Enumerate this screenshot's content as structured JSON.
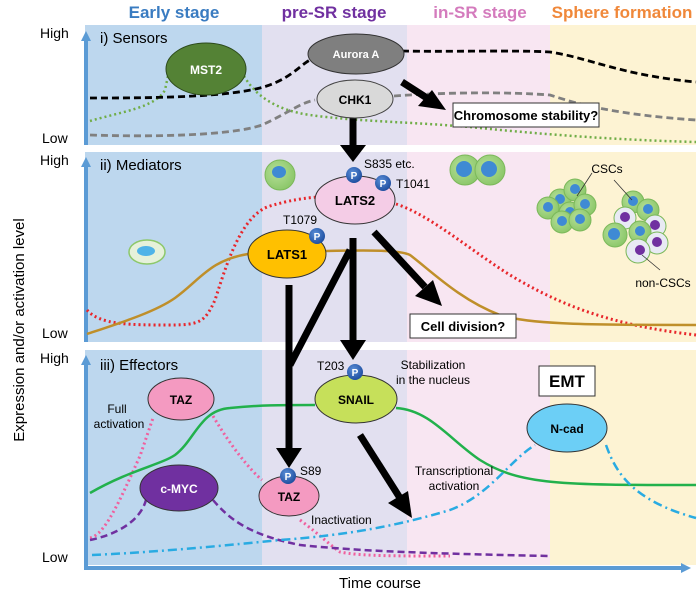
{
  "stages": [
    {
      "label": "Early stage",
      "color": "#3a7cc1",
      "bg": "#bdd7ee"
    },
    {
      "label": "pre-SR stage",
      "color": "#7030a0",
      "bg": "#e2e0f0"
    },
    {
      "label": "in-SR stage",
      "color": "#d47bbd",
      "bg": "#f8e6f2"
    },
    {
      "label": "Sphere formation",
      "color": "#f0883a",
      "bg": "#fdf3d3"
    }
  ],
  "y_axis_label": "Expression and/or activation level",
  "x_axis_label": "Time course",
  "level_labels": {
    "high": "High",
    "low": "Low"
  },
  "panels": [
    {
      "title": "i) Sensors",
      "nodes": [
        {
          "id": "mst2",
          "label": "MST2",
          "fill": "#548235",
          "text": "#ffffff"
        },
        {
          "id": "aurora",
          "label": "Aurora A",
          "fill": "#7f7f7f",
          "text": "#ffffff"
        },
        {
          "id": "chk1",
          "label": "CHK1",
          "fill": "#d9d9d9",
          "text": "#000000"
        }
      ],
      "boxes": [
        {
          "id": "chromosome",
          "label": "Chromosome stability?"
        }
      ]
    },
    {
      "title": "ii) Mediators",
      "nodes": [
        {
          "id": "lats2",
          "label": "LATS2",
          "fill": "#f4cce6",
          "text": "#000000"
        },
        {
          "id": "lats1",
          "label": "LATS1",
          "fill": "#ffc000",
          "text": "#000000"
        }
      ],
      "phospho_sites": {
        "lats2_a": "S835 etc.",
        "lats2_b": "T1041",
        "lats1": "T1079"
      },
      "phospho_symbol": "P",
      "boxes": [
        {
          "id": "cell-division",
          "label": "Cell division?"
        }
      ],
      "annotations": {
        "cscs": "CSCs",
        "non_cscs": "non-CSCs"
      }
    },
    {
      "title": "iii) Effectors",
      "nodes": [
        {
          "id": "taz-full",
          "label": "TAZ",
          "fill": "#f49ac1",
          "text": "#000000"
        },
        {
          "id": "cmyc",
          "label": "c-MYC",
          "fill": "#7030a0",
          "text": "#ffffff"
        },
        {
          "id": "snail",
          "label": "SNAIL",
          "fill": "#c6e05a",
          "text": "#000000"
        },
        {
          "id": "taz-inact",
          "label": "TAZ",
          "fill": "#f49ac1",
          "text": "#000000"
        },
        {
          "id": "ncad",
          "label": "N-cad",
          "fill": "#6ccff6",
          "text": "#000000"
        }
      ],
      "phospho_sites": {
        "snail": "T203",
        "taz": "S89"
      },
      "annotations": {
        "full_activation": [
          "Full",
          "activation"
        ],
        "stabilization": [
          "Stabilization",
          "in the nucleus"
        ],
        "transcriptional": [
          "Transcriptional",
          "activation"
        ],
        "inactivation": "Inactivation"
      },
      "boxes": [
        {
          "id": "emt",
          "label": "EMT"
        }
      ]
    }
  ],
  "colors": {
    "axis": "#5b9bd5",
    "phospho": "#2e6fc0",
    "arrow": "#000000",
    "aurora_line": "#000000",
    "chk1_line": "#808080",
    "mst2_line": "#70ad47",
    "lats2_line": "#e8262b",
    "lats1_line": "#bf8f2a",
    "taz_line": "#f0609e",
    "cmyc_line": "#7030a0",
    "snail_line": "#22b14c",
    "ncad_line": "#29abe2"
  }
}
